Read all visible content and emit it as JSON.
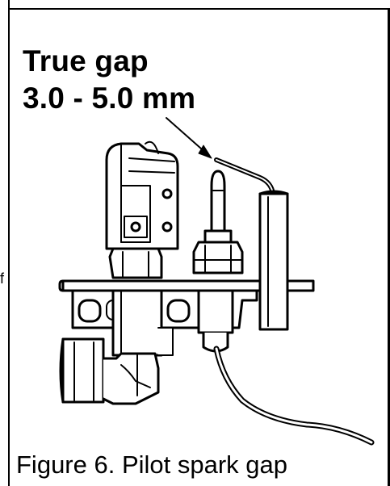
{
  "diagram": {
    "label_line1": "True gap",
    "label_line2": "3.0 - 5.0 mm",
    "caption": "Figure 6. Pilot spark gap",
    "stray_glyph": "f"
  },
  "colors": {
    "ink": "#000000",
    "background": "#ffffff"
  }
}
